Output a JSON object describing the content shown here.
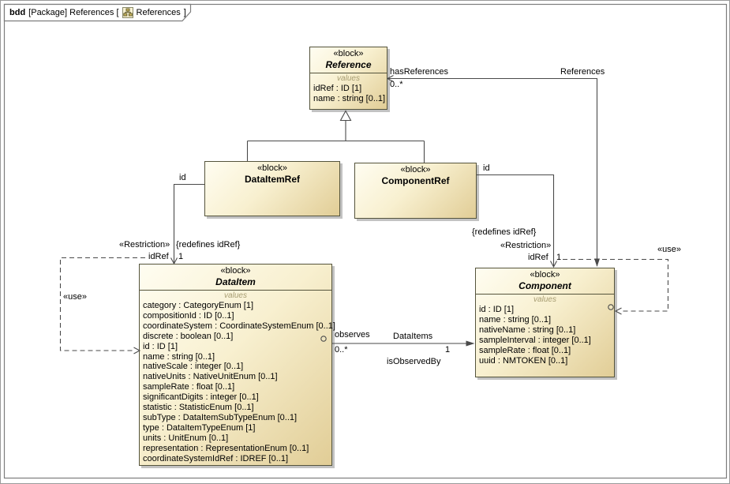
{
  "tab": {
    "kind": "bdd",
    "context": "[Package] References [",
    "diagram_name": "References",
    "close": "]",
    "icon": "bdd-diagram-icon"
  },
  "blocks": {
    "reference": {
      "stereotype": "«block»",
      "name": "Reference",
      "compartment_label": "values",
      "attributes": [
        "idRef : ID [1]",
        "name : string [0..1]"
      ]
    },
    "data_item_ref": {
      "stereotype": "«block»",
      "name": "DataItemRef"
    },
    "component_ref": {
      "stereotype": "«block»",
      "name": "ComponentRef"
    },
    "data_item": {
      "stereotype": "«block»",
      "name": "DataItem",
      "compartment_label": "values",
      "attributes": [
        "category : CategoryEnum [1]",
        "compositionId : ID [0..1]",
        "coordinateSystem : CoordinateSystemEnum [0..1]",
        "discrete : boolean [0..1]",
        "id : ID [1]",
        "name : string [0..1]",
        "nativeScale : integer [0..1]",
        "nativeUnits : NativeUnitEnum [0..1]",
        "sampleRate : float [0..1]",
        "significantDigits : integer [0..1]",
        "statistic : StatisticEnum [0..1]",
        "subType : DataItemSubTypeEnum [0..1]",
        "type : DataItemTypeEnum [1]",
        "units : UnitEnum [0..1]",
        "representation : RepresentationEnum [0..1]",
        "coordinateSystemIdRef : IDREF [0..1]"
      ]
    },
    "component": {
      "stereotype": "«block»",
      "name": "Component",
      "compartment_label": "values",
      "attributes": [
        "id : ID [1]",
        "name : string [0..1]",
        "nativeName : string [0..1]",
        "sampleInterval : integer [0..1]",
        "sampleRate : float [0..1]",
        "uuid : NMTOKEN [0..1]"
      ]
    }
  },
  "labels": {
    "has_references": "hasReferences",
    "has_references_multiplicity": "0..*",
    "references": "References",
    "id_dataitemref": "id",
    "id_componentref": "id",
    "restriction_dataitem": "«Restriction»",
    "redefines_dataitem": "{redefines idRef}",
    "idref_dataitem": "idRef",
    "idref_dataitem_multiplicity": "1",
    "redefines_component": "{redefines idRef}",
    "restriction_component": "«Restriction»",
    "idref_component": "idRef",
    "idref_component_multiplicity": "1",
    "use_dataitem": "«use»",
    "use_component": "«use»",
    "observes": "observes",
    "observes_multiplicity": "0..*",
    "data_items": "DataItems",
    "data_items_multiplicity": "1",
    "is_observed_by": "isObservedBy"
  },
  "colors": {
    "block_border": "#55543c",
    "block_fill_light": "#fffdf1",
    "block_fill_dark": "#e1cd96",
    "connector": "#4a4a4a",
    "frame_border": "#7d7d7d",
    "values_label": "#a79d72",
    "shadow": "#c2c2c2"
  }
}
